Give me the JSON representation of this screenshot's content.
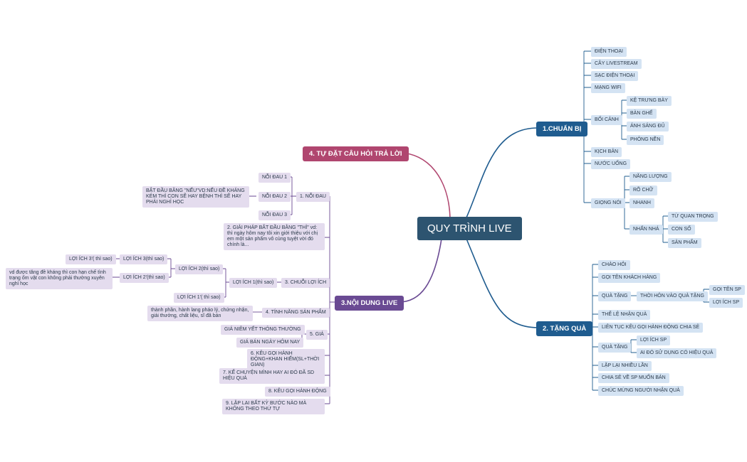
{
  "root": "QUY TRÌNH LIVE",
  "colors": {
    "blue": "#1f5c8f",
    "purple": "#6a4a93",
    "pink": "#b0466f",
    "root": "#2d5470"
  },
  "b1": {
    "title": "1.CHUẨN BỊ",
    "dien_thoai": "ĐIỆN THOẠI",
    "cay": "CÂY LIVESTREAM",
    "sac": "SẠC ĐIỆN THOẠI",
    "wifi": "MẠNG WIFI",
    "boi_canh": "BỐI CẢNH",
    "ke": "KỆ TRƯNG BÀY",
    "ban_ghe": "BÀN GHẾ",
    "anh_sang": "ÁNH SÁNG ĐỦ",
    "phong_nen": "PHÔNG NỀN",
    "kich_ban": "KỊCH BẢN",
    "nuoc": "NƯỚC UỐNG",
    "giong_noi": "GIỌNG NÓI",
    "nang_luong": "NĂNG LƯỢNG",
    "ro_chu": "RÕ CHỮ",
    "nhanh": "NHANH",
    "nhan_nha": "NHẤN NHÁ",
    "tu_quan_trong": "TỪ QUAN TRỌNG",
    "con_so": "CON SỐ",
    "san_pham": "SẢN PHẨM"
  },
  "b2": {
    "title": "2. TẶNG QUÀ",
    "chao_hoi": "CHÀO HỎI",
    "goi_ten_kh": "GỌI TÊN KHÁCH HÀNG",
    "qua_tang1": "QUÀ TẶNG",
    "thoi_hon": "THỜI HÔN VÀO QUÀ TẶNG",
    "goi_ten_sp": "GỌI TÊN SP",
    "loi_ich_sp1": "LỢI ÍCH SP",
    "the_le": "THỂ LỆ NHẬN QUÀ",
    "lien_tuc": "LIÊN TỤC KÊU GỌI HÀNH ĐỘNG CHIA SẺ",
    "qua_tang2": "QUÀ TẶNG",
    "loi_ich_sp2": "LỢI ÍCH SP",
    "ai_do": "AI ĐÓ SỬ DỤNG CÓ HIỆU QUẢ",
    "lap_lai": "LẶP LẠI NHIỀU LẦN",
    "chia_se": "CHIA SẺ VỀ SP MUỐN BÁN",
    "chuc_mung": "CHÚC MỪNG NGƯỜI NHẬN QUÀ"
  },
  "b3": {
    "title": "3.NỘI DUNG LIVE",
    "noi_dau": "1. NỖI ĐAU",
    "noi_dau1": "NỖI ĐAU 1",
    "noi_dau2": "NỖI ĐAU 2",
    "noi_dau3": "NỖI ĐAU 3",
    "bat_dau": "BẮT ĐẦU BẰNG \"NẾU\"VD:NẾU ĐỀ KHÁNG KÉM THÌ CON SẼ HAY BỆNH THÌ SẼ HAY PHẢI NGHỈ HỌC",
    "giai_phap": "2. GIẢI PHÁP BẮT ĐẦU BẰNG \"THÌ\" vd: thì ngày hôm nay tôi xin giới thiệu với chị em một sản phẩm vô cùng tuyệt vời đó chính là...",
    "chuoi": "3. CHUỖI LỢI ÍCH",
    "loi_ich1": "LỢI ÍCH 1(thì sao)",
    "loi_ich2": "LỢI ÍCH 2(thì sao)",
    "loi_ich1p": "LỢI ÍCH 1'( thì sao)",
    "loi_ich3": "LỢI ÍCH 3(thì sao)",
    "loi_ich2p": "LỢI ÍCH 2'(thì sao)",
    "loi_ich3p": "LỢI ÍCH 3'( thì sao)",
    "vd": "vd được tăng đề kháng thì con hạn chế tình trạng ốm vặt con không phải thường xuyên nghỉ học",
    "tinh_nang": "4. TÍNH NĂNG SẢN PHẨM",
    "thanh_phan": "thành phần, hành lang pháo lý, chứng nhận, giải thưởng, chất liệu, sĩ đã bán",
    "gia": "5. GIÁ",
    "gia_niem_yet": "GIÁ NIÊM YẾT THÔNG THƯỜNG",
    "gia_ban": "GIÁ BÁN NGÀY HÔM NAY",
    "keu_goi_khan": "6. KÊU GỌI HÀNH ĐỘNG+KHAN HIẾM(SL+THỜI GIAN)",
    "ke_chuyen": "7. KỂ CHUYỆN MÌNH HAY AI ĐÓ ĐÃ SD HIỆU QUẢ",
    "keu_goi": "8. KÊU GỌI HÀNH ĐỘNG",
    "lap_lai": "9. LẶP LẠI BẤT KỲ BƯỚC NÀO MÀ KHÔNG THEO THỨ TỰ"
  },
  "b4": {
    "title": "4. TỰ ĐẶT CÂU HỎI TRẢ LỜI"
  }
}
